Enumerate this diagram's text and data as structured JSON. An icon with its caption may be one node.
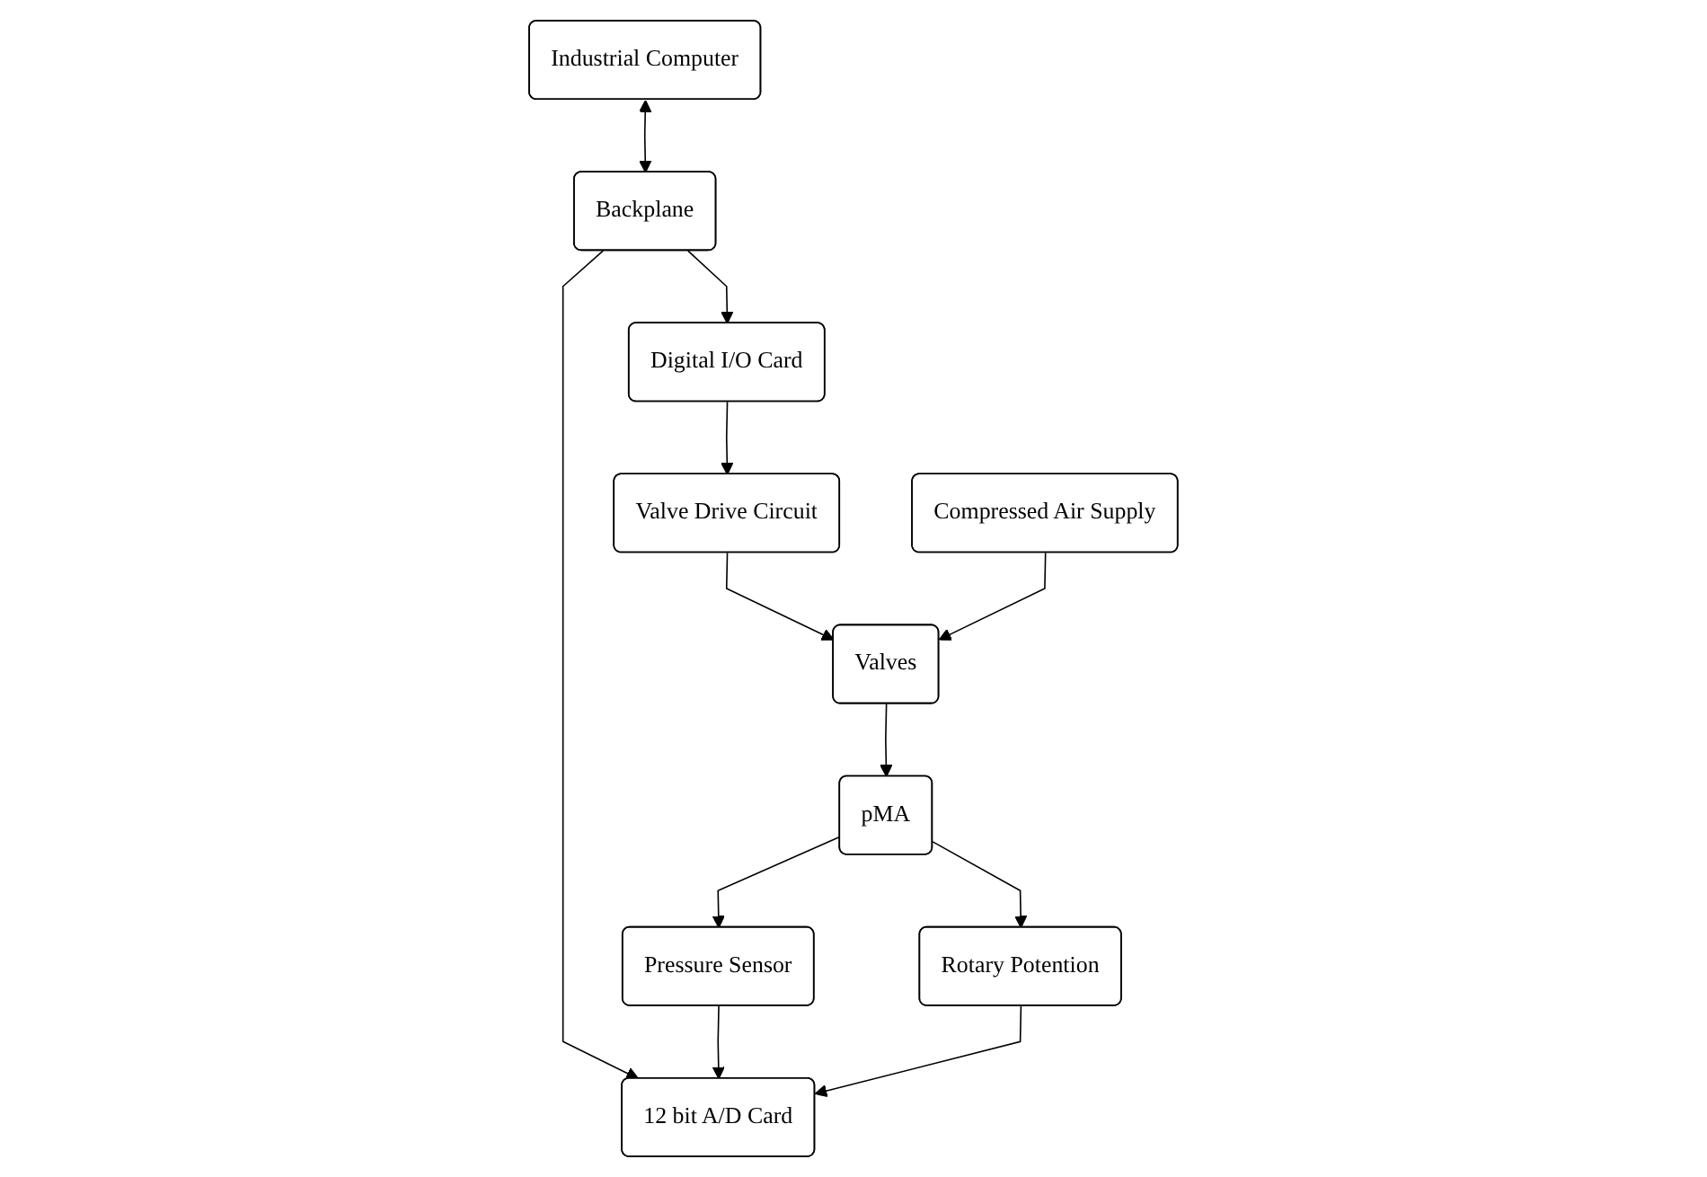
{
  "diagram": {
    "nodes": [
      {
        "text": [
          "Industrial Computer"
        ]
      },
      {
        "text": [
          "Backplane"
        ]
      },
      {
        "text": [
          "Digital I/O Card"
        ]
      },
      {
        "text": [
          "12 bit A/D Card"
        ]
      },
      {
        "text": [
          "Valve Drive Circuit"
        ]
      },
      {
        "text": [
          "Pressure Sensor"
        ]
      },
      {
        "text": [
          "Rotary Potention"
        ]
      },
      {
        "text": [
          "Compressed Air Supply"
        ]
      },
      {
        "text": [
          "Valves"
        ]
      },
      {
        "text": [
          "pMA"
        ]
      }
    ],
    "edges": [
      {
        "from": 0,
        "to": 1,
        "arrow": "both"
      },
      {
        "from": 1,
        "to": 2,
        "arrow": "to"
      },
      {
        "from": 1,
        "to": 3,
        "arrow": "to"
      },
      {
        "from": 2,
        "to": 4,
        "arrow": "to"
      },
      {
        "from": 4,
        "to": 8,
        "arrow": "to"
      },
      {
        "from": 7,
        "to": 8,
        "arrow": "to"
      },
      {
        "from": 8,
        "to": 9,
        "arrow": "to"
      },
      {
        "from": 9,
        "to": 5,
        "arrow": "to"
      },
      {
        "from": 9,
        "to": 6,
        "arrow": "to"
      },
      {
        "from": 5,
        "to": 3,
        "arrow": "to"
      },
      {
        "from": 6,
        "to": 3,
        "arrow": "to"
      }
    ]
  }
}
